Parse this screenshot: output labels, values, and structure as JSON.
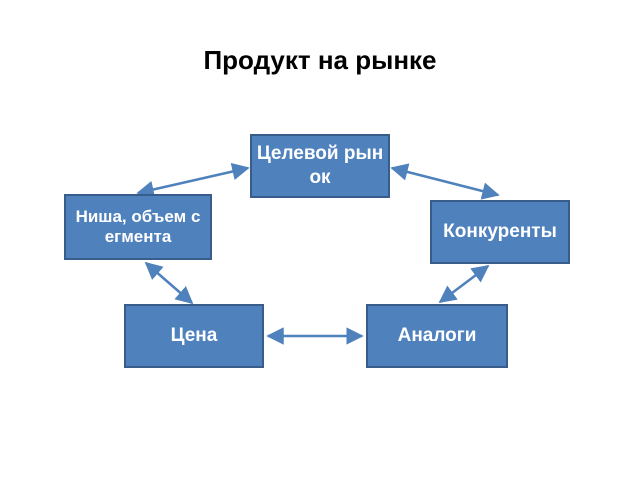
{
  "title": "Продукт на рынке",
  "nodes": {
    "target_market": "Целевой рынок",
    "niche": "Ниша, объем сегмента",
    "competitors": "Конкуренты",
    "price": "Цена",
    "analogs": "Аналоги"
  },
  "colors": {
    "node_fill": "#4f81bd",
    "node_border": "#385d8a",
    "arrow": "#4f81bd"
  },
  "connections": [
    {
      "from": "target_market",
      "to": "niche",
      "type": "bidirectional"
    },
    {
      "from": "target_market",
      "to": "competitors",
      "type": "bidirectional"
    },
    {
      "from": "niche",
      "to": "price",
      "type": "bidirectional"
    },
    {
      "from": "price",
      "to": "analogs",
      "type": "bidirectional"
    },
    {
      "from": "analogs",
      "to": "competitors",
      "type": "bidirectional"
    }
  ]
}
